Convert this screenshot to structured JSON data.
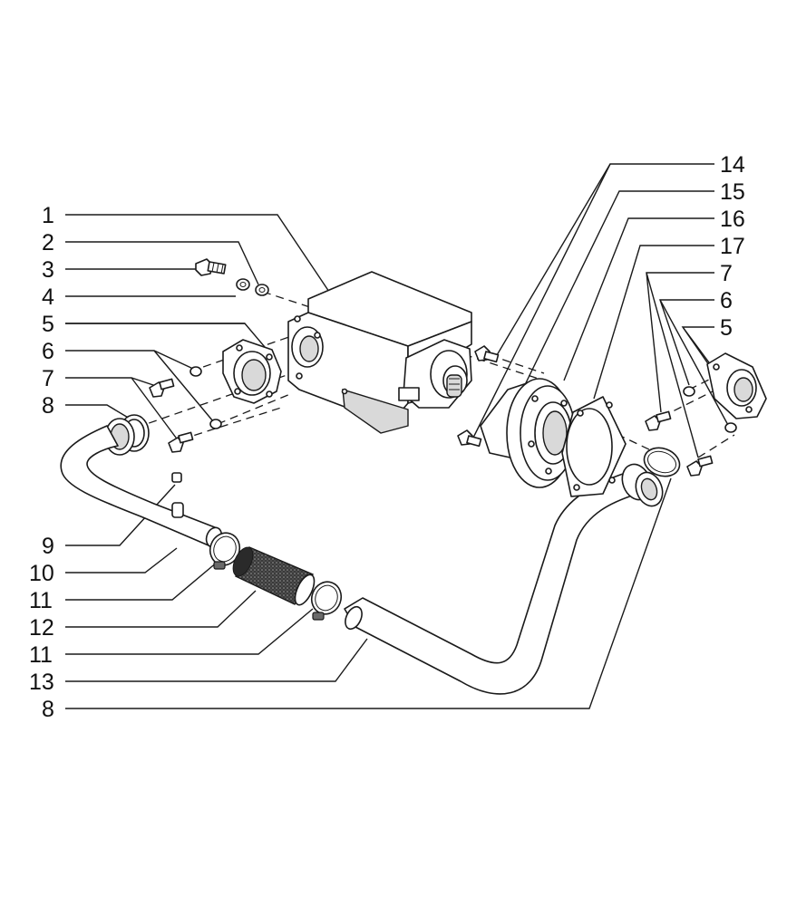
{
  "callouts_left": [
    "1",
    "2",
    "3",
    "4",
    "5",
    "6",
    "7",
    "8",
    "9",
    "10",
    "11",
    "12",
    "11",
    "13",
    "8"
  ],
  "callouts_right": [
    "14",
    "15",
    "16",
    "17",
    "7",
    "6",
    "5"
  ]
}
